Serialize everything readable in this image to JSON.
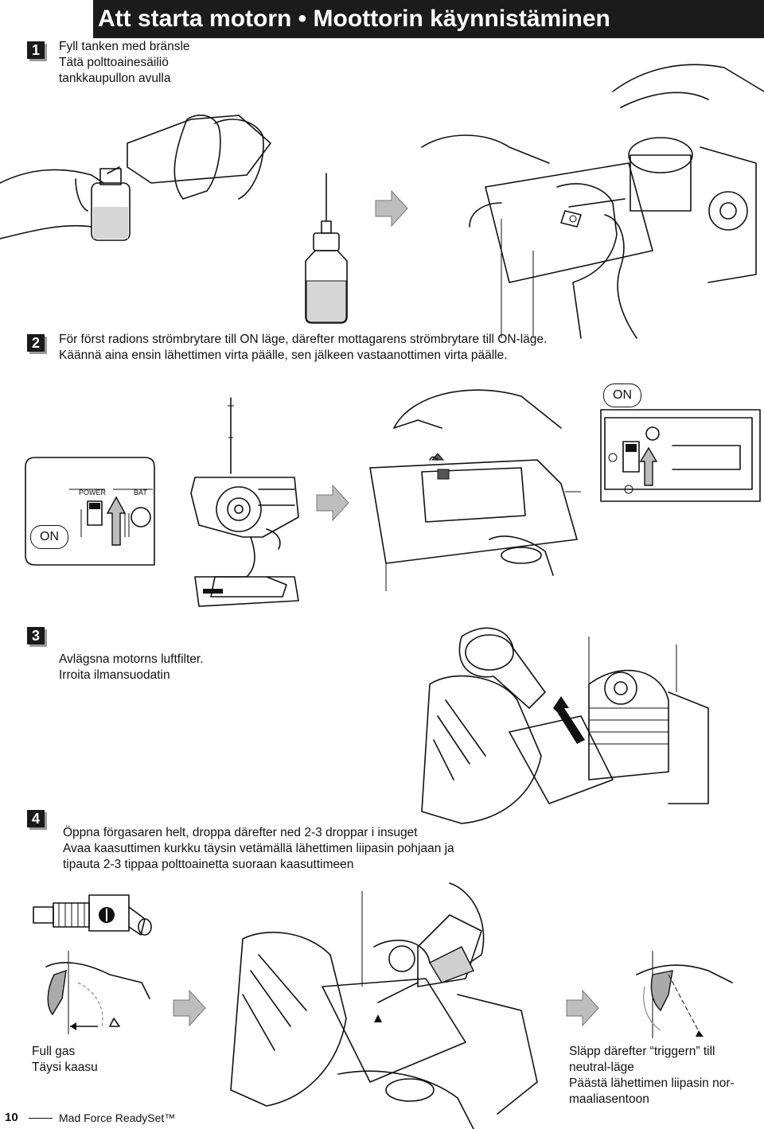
{
  "header": {
    "title": "Att starta motorn • Moottorin käynnistäminen"
  },
  "steps": [
    {
      "number": "1",
      "lines": [
        "Fyll tanken med bränsle",
        "Tätä polttoainesäiliö",
        "tankkaupullon avulla"
      ]
    },
    {
      "number": "2",
      "lines": [
        "För först radions strömbrytare till ON läge, därefter mottagarens strömbrytare till ON-läge.",
        "Käännä aina ensin lähettimen virta päälle, sen jälkeen vastaanottimen virta päälle."
      ]
    },
    {
      "number": "3",
      "lines": [
        "Avlägsna motorns luftfilter.",
        "Irroita ilmansuodatin"
      ]
    },
    {
      "number": "4",
      "lines": [
        "Öppna förgasaren helt, droppa därefter ned 2-3 droppar i insuget",
        "Avaa kaasuttimen kurkku täysin vetämällä lähettimen liipasin pohjaan ja",
        "tipauta 2-3 tippaa polttoainetta suoraan kaasuttimeen"
      ]
    }
  ],
  "labels": {
    "on_receiver": "ON",
    "on_transmitter": "ON",
    "power": "POWER",
    "bat": "BAT",
    "full_gas": [
      "Full gas",
      "Täysi kaasu"
    ],
    "neutral": [
      "Släpp därefter “triggern” till",
      "neutral-läge",
      "Päästä lähettimen liipasin nor-",
      "maaliasentoon"
    ]
  },
  "footer": {
    "page_number": "10",
    "product": "Mad Force ReadySet™"
  }
}
